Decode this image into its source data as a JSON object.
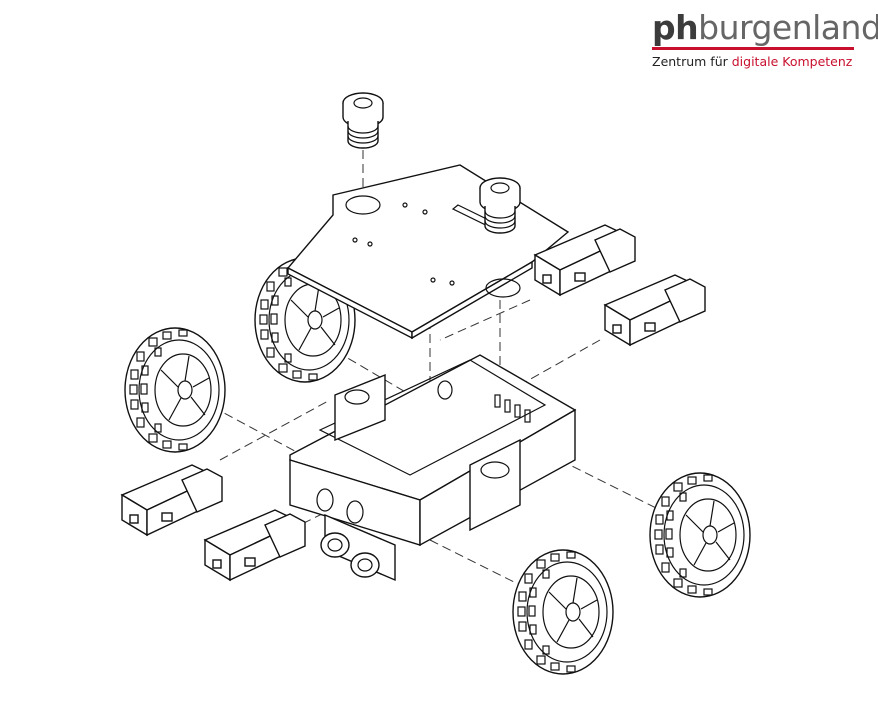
{
  "logo": {
    "brand_bold": "ph",
    "brand_rest": "burgenland",
    "tagline_plain": "Zentrum für ",
    "tagline_accent": "digitale Kompetenz",
    "accent_color": "#c8102e"
  },
  "illustration": {
    "parts": [
      "top-plate",
      "chassis",
      "wheel",
      "wheel",
      "wheel",
      "wheel",
      "gear-motor",
      "gear-motor",
      "gear-motor",
      "gear-motor",
      "knob",
      "knob",
      "ultrasonic-sensor"
    ]
  }
}
